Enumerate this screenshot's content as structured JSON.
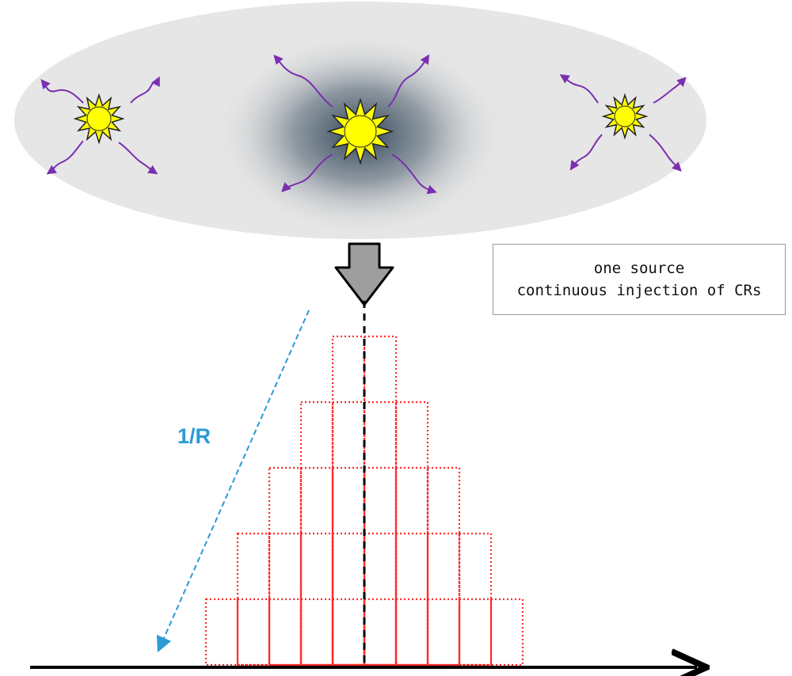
{
  "caption": {
    "line1": "one source",
    "line2": "continuous injection of CRs"
  },
  "gradient_label": "1/R",
  "icons": {
    "star": "star-sun-icon",
    "particle": "cosmic-ray-track-icon",
    "arrow": "down-arrow-icon"
  },
  "colors": {
    "galaxy_disk": "#e6e6e6",
    "halo_core": "#2f4556",
    "star_fill": "#ffff00",
    "particle_track": "#7a2fb0",
    "histogram": "#ff2a2a",
    "gradient_arrow": "#2b9ad6",
    "down_arrow": "#9e9e9e"
  },
  "histogram_rows": [
    2,
    4,
    6,
    8,
    10
  ]
}
